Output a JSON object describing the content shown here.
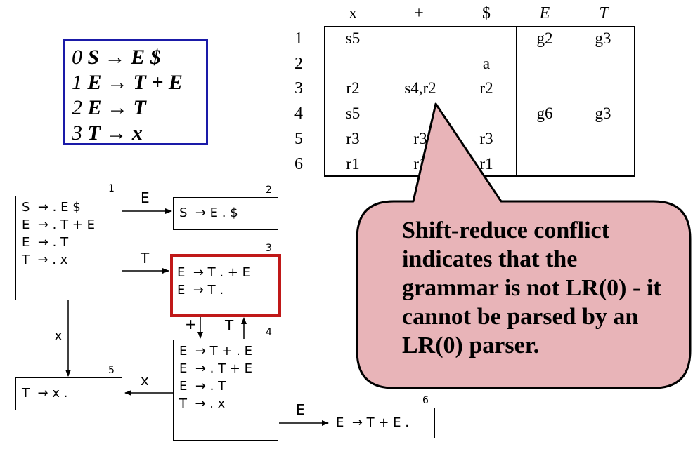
{
  "grammar": {
    "rules": [
      {
        "num": "0",
        "rule": "S → E $"
      },
      {
        "num": "1",
        "rule": "E → T + E"
      },
      {
        "num": "2",
        "rule": "E → T"
      },
      {
        "num": "3",
        "rule": "T → x"
      }
    ]
  },
  "table": {
    "headers": [
      "x",
      "+",
      "$",
      "E",
      "T"
    ],
    "rows": [
      {
        "state": "1",
        "cells": [
          "s5",
          "",
          "",
          "g2",
          "g3"
        ]
      },
      {
        "state": "2",
        "cells": [
          "",
          "",
          "a",
          "",
          ""
        ]
      },
      {
        "state": "3",
        "cells": [
          "r2",
          "s4,r2",
          "r2",
          "",
          ""
        ]
      },
      {
        "state": "4",
        "cells": [
          "s5",
          "",
          "",
          "g6",
          "g3"
        ]
      },
      {
        "state": "5",
        "cells": [
          "r3",
          "r3",
          "r3",
          "",
          ""
        ]
      },
      {
        "state": "6",
        "cells": [
          "r1",
          "r1",
          "r1",
          "",
          ""
        ]
      }
    ]
  },
  "states": [
    {
      "id": "1",
      "items": [
        "S  → . E $",
        "E  → . T + E",
        "E  → . T",
        "T  → . x"
      ]
    },
    {
      "id": "2",
      "items": [
        "S  → E . $"
      ]
    },
    {
      "id": "3",
      "items": [
        "E  → T . + E",
        "E  → T ."
      ]
    },
    {
      "id": "4",
      "items": [
        "E  → T + . E",
        "E  → . T + E",
        "E  → . T",
        "T  → . x"
      ]
    },
    {
      "id": "5",
      "items": [
        "T  → x ."
      ]
    },
    {
      "id": "6",
      "items": [
        "E  → T + E ."
      ]
    }
  ],
  "edges": {
    "e12": "E",
    "e13": "T",
    "e15": "x",
    "e34": "+",
    "e43": "T",
    "e45": "x",
    "e46": "E"
  },
  "callout": {
    "text": "Shift-reduce conflict indicates that the grammar is not LR(0) - it cannot be parsed by an LR(0) parser."
  },
  "colors": {
    "grammar_border": "#1a1aa8",
    "highlight_border": "#c01818",
    "callout_fill": "#e8b4b8"
  }
}
